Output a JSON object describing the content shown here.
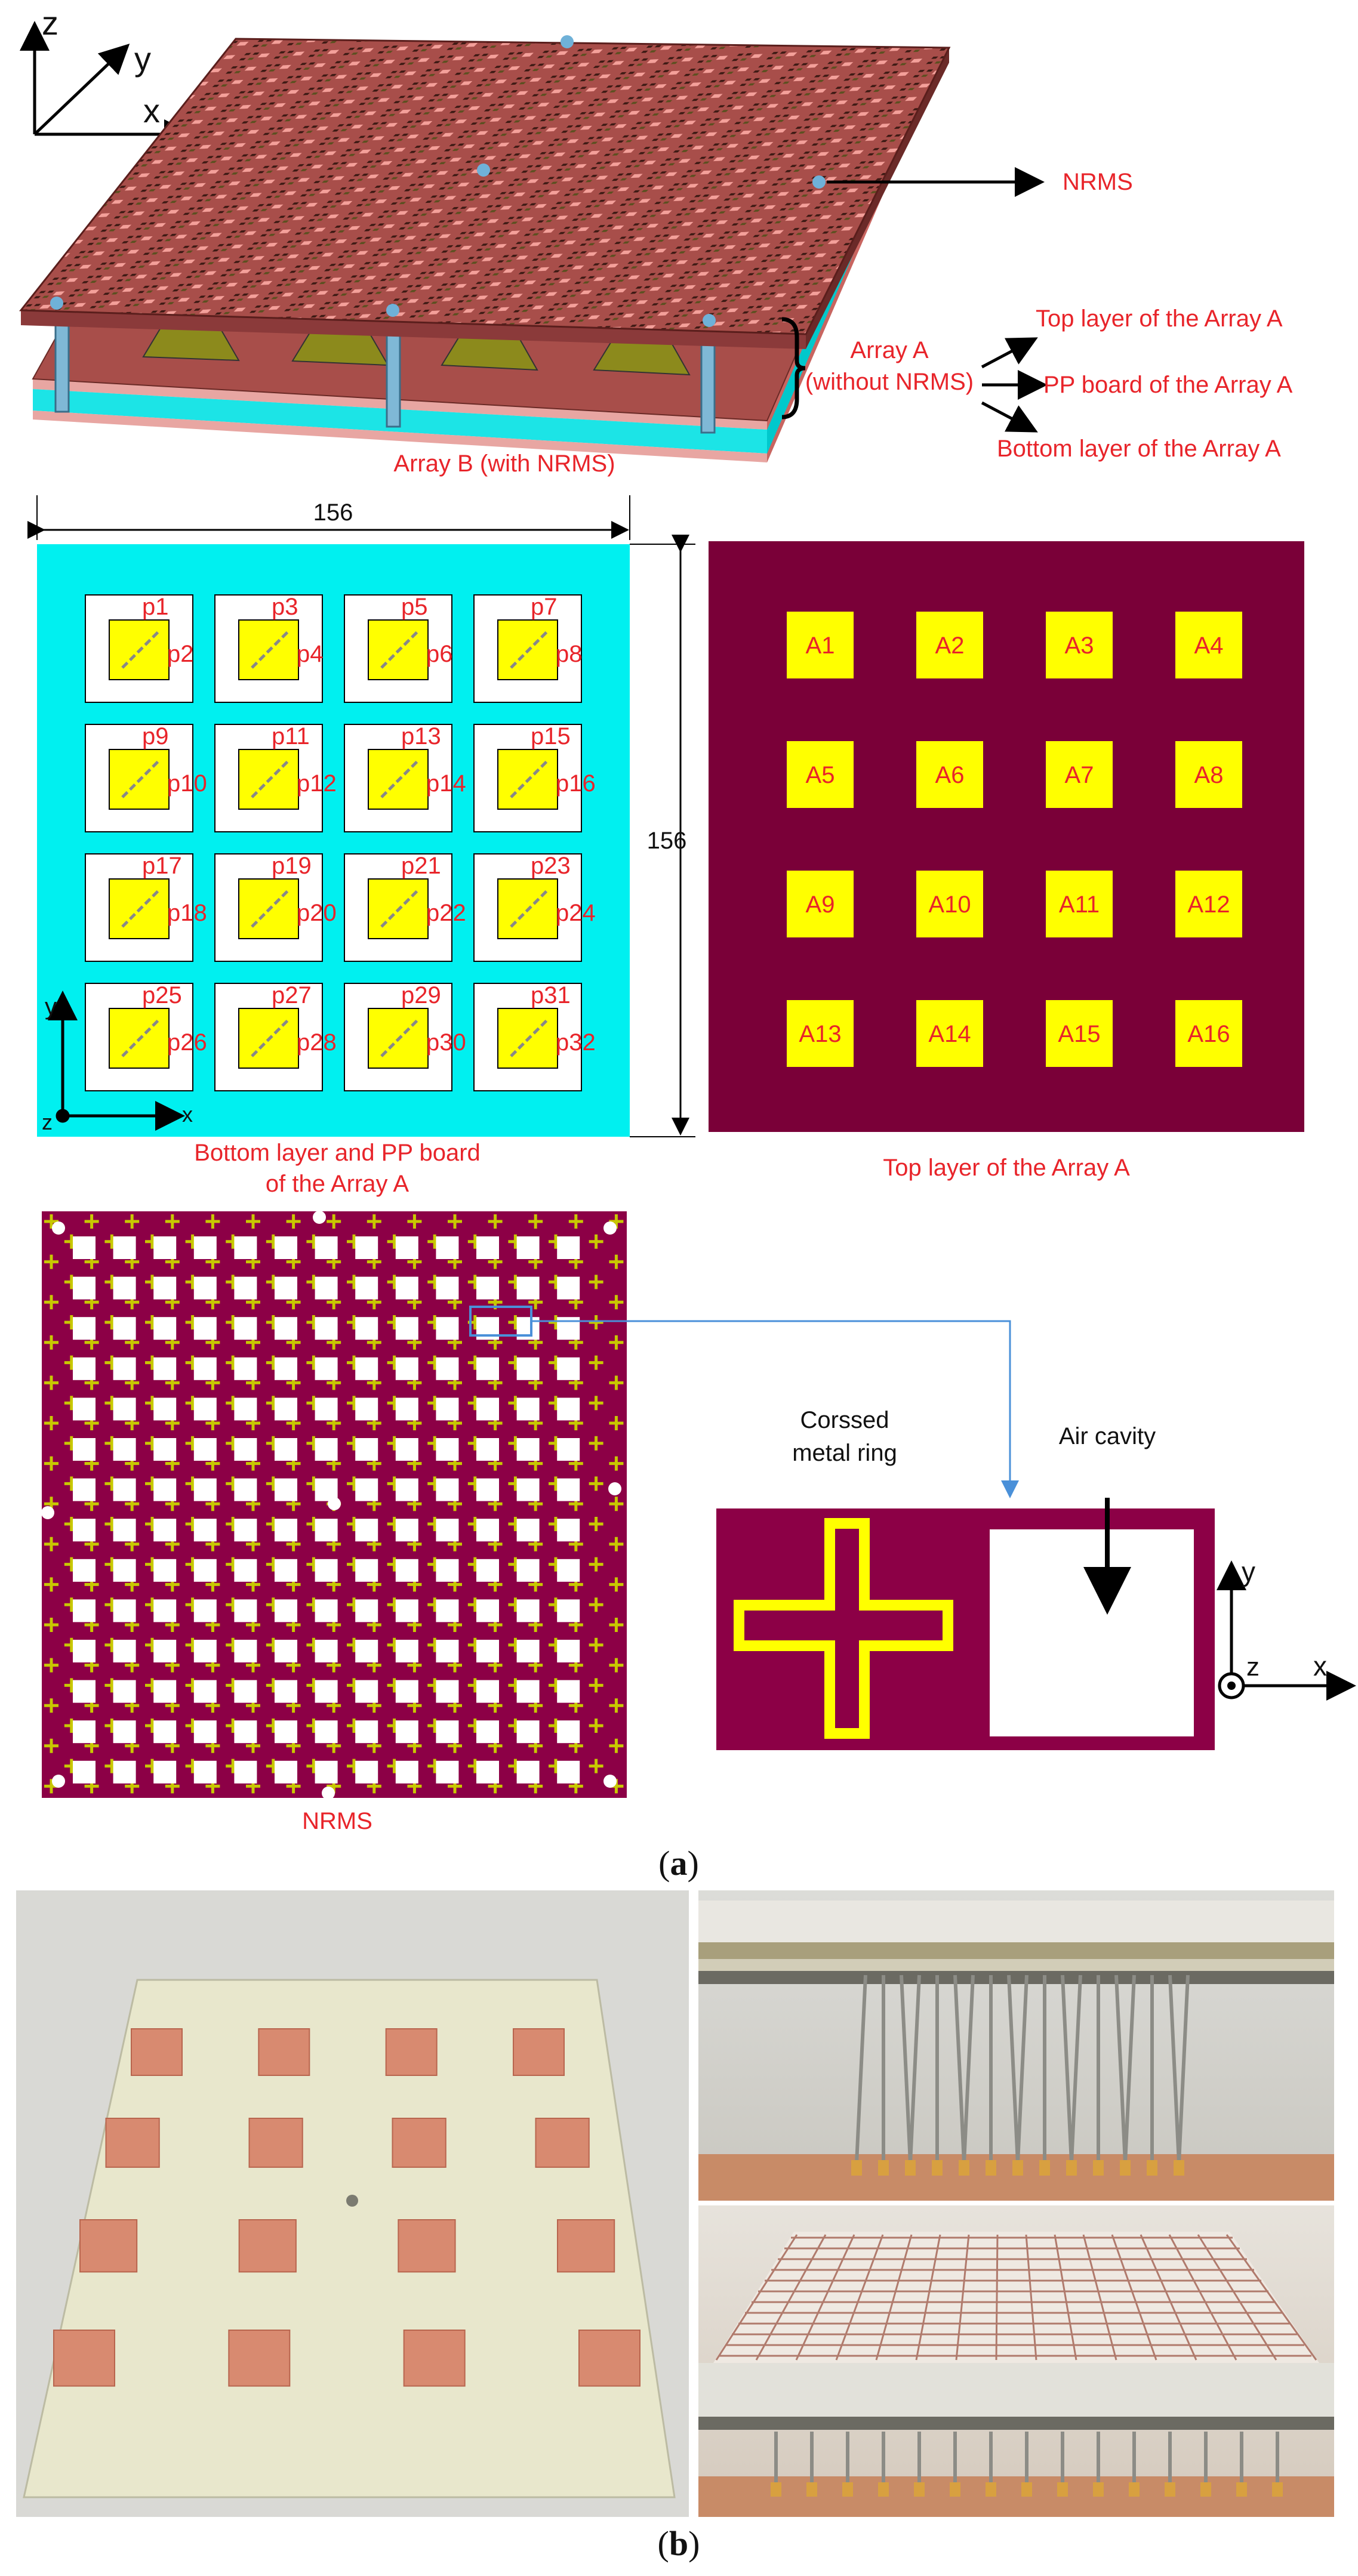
{
  "colors": {
    "maroon": "#7a0038",
    "cyan": "#00f0f0",
    "yellow": "#ffff00",
    "label_red": "#e8242a",
    "arrow_blue": "#4a90d9",
    "board_brown": "#b05a55"
  },
  "section_a": {
    "view3d": {
      "axis_z": "z",
      "axis_y": "y",
      "axis_x": "x",
      "nrms_label": "NRMS",
      "array_a_label_1": "Array A",
      "array_a_label_2": "(without NRMS)",
      "top_layer_label": "Top layer of the Array A",
      "pp_board_label": "PP board of the Array A",
      "bottom_layer_label": "Bottom layer of the Array A",
      "array_b_label": "Array B (with NRMS)"
    },
    "bottom_view": {
      "width_dim": "156",
      "height_dim": "156",
      "ports": [
        "p1",
        "p2",
        "p3",
        "p4",
        "p5",
        "p6",
        "p7",
        "p8",
        "p9",
        "p10",
        "p11",
        "p12",
        "p13",
        "p14",
        "p15",
        "p16",
        "p17",
        "p18",
        "p19",
        "p20",
        "p21",
        "p22",
        "p23",
        "p24",
        "p25",
        "p26",
        "p27",
        "p28",
        "p29",
        "p30",
        "p31",
        "p32"
      ],
      "axis_y": "y",
      "axis_x": "x",
      "axis_z": "z",
      "caption_1": "Bottom layer and PP board",
      "caption_2": "of the Array A"
    },
    "top_view": {
      "patches": [
        "A1",
        "A2",
        "A3",
        "A4",
        "A5",
        "A6",
        "A7",
        "A8",
        "A9",
        "A10",
        "A11",
        "A12",
        "A13",
        "A14",
        "A15",
        "A16"
      ],
      "caption": "Top layer of the Array A"
    },
    "nrms_view": {
      "caption": "NRMS",
      "ring_label_1": "Corssed",
      "ring_label_2": "metal ring",
      "cavity_label": "Air cavity",
      "axis_y": "y",
      "axis_z": "z",
      "axis_x": "x"
    },
    "label_open": "(",
    "label_letter": "a",
    "label_close": ")"
  },
  "section_b": {
    "label_open": "(",
    "label_letter": "b",
    "label_close": ")"
  }
}
